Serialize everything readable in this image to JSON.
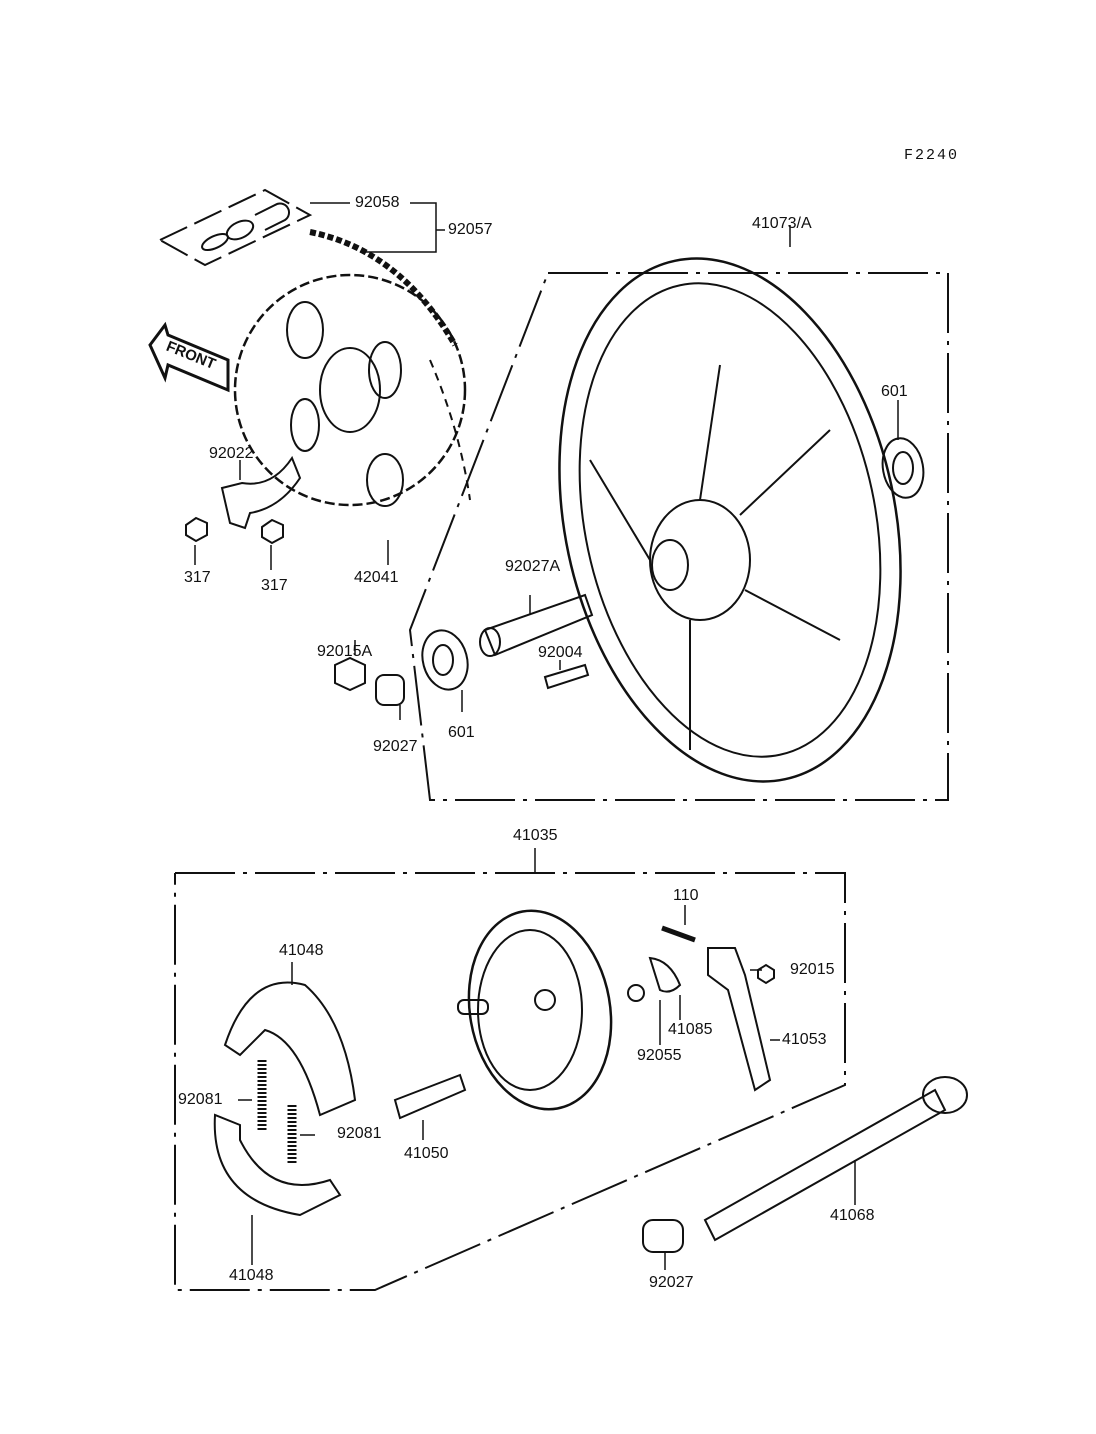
{
  "figure_id": "F2240",
  "direction_label": "FRONT",
  "parts": {
    "chain_joint": "92058",
    "chain": "92057",
    "wheel": "41073/A",
    "bearing_right": "601",
    "sprocket_plate": "92022",
    "nut_left": "317",
    "nut_right": "317",
    "sprocket": "42041",
    "collar_long": "92027A",
    "nut_axle": "92015A",
    "stud": "92004",
    "collar_left": "92027",
    "bearing_left": "601",
    "brake_panel_assy": "41035",
    "bolt": "110",
    "brake_shoe_top": "41048",
    "nut_lever": "92015",
    "indicator": "41085",
    "lever": "41053",
    "seal": "92055",
    "spring_left": "92081",
    "spring_right": "92081",
    "cam": "41050",
    "axle": "41068",
    "brake_shoe_bottom": "41048",
    "collar_axle": "92027"
  }
}
